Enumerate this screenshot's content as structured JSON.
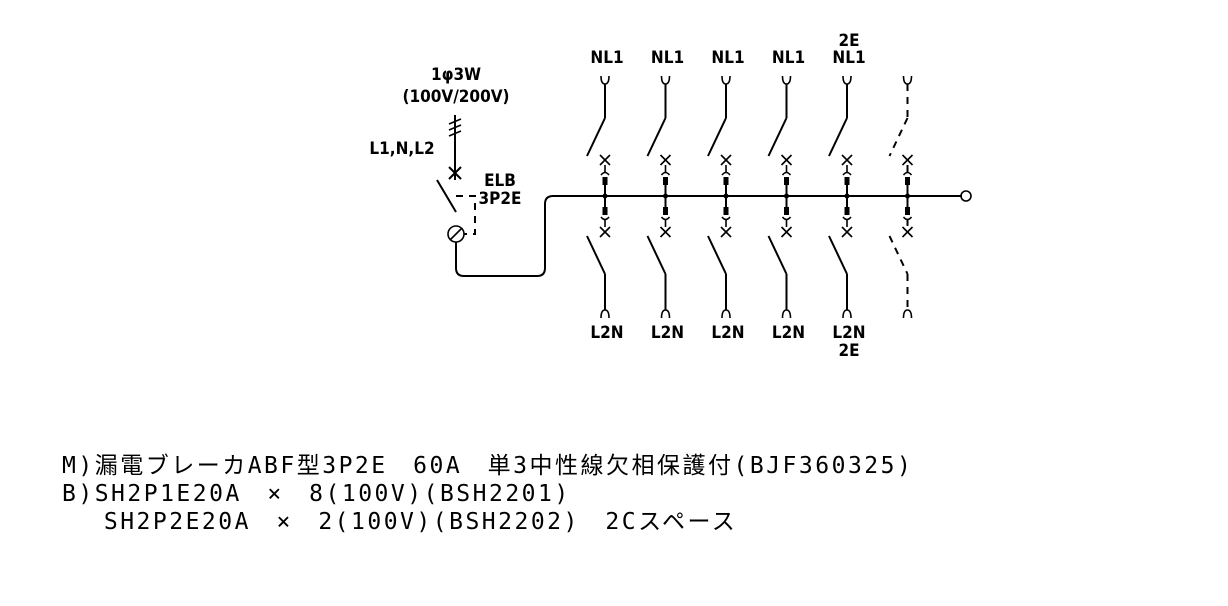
{
  "main_breaker": {
    "supply": "1φ3W",
    "voltage": "(100V/200V)",
    "phases": "L1,N,L2",
    "type_line1": "ELB",
    "type_line2": "3P2E"
  },
  "branches": [
    {
      "top": "NL1",
      "top_extra": "",
      "bottom": "L2N",
      "bottom_extra": "",
      "space": false
    },
    {
      "top": "NL1",
      "top_extra": "",
      "bottom": "L2N",
      "bottom_extra": "",
      "space": false
    },
    {
      "top": "NL1",
      "top_extra": "",
      "bottom": "L2N",
      "bottom_extra": "",
      "space": false
    },
    {
      "top": "NL1",
      "top_extra": "",
      "bottom": "L2N",
      "bottom_extra": "",
      "space": false
    },
    {
      "top": "NL1",
      "top_extra": "2E",
      "bottom": "L2N",
      "bottom_extra": "2E",
      "space": false
    },
    {
      "top": "",
      "top_extra": "",
      "bottom": "",
      "bottom_extra": "",
      "space": true
    }
  ],
  "spec_lines": [
    "M)漏電ブレーカABF型3P2E　60A　単3中性線欠相保護付(BJF360325)",
    "B)SH2P1E20A　×　8(100V)(BSH2201)",
    "　 SH2P2E20A　×　2(100V)(BSH2202)　2Cスペース"
  ]
}
